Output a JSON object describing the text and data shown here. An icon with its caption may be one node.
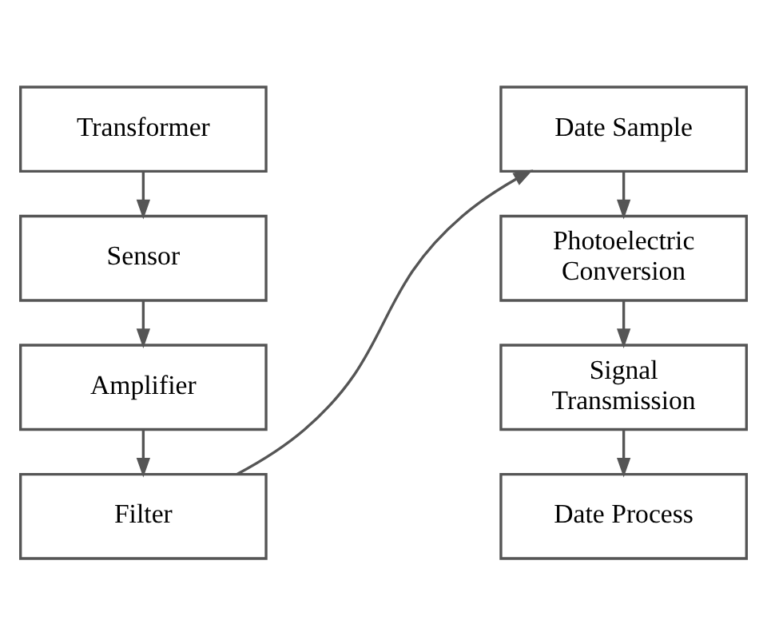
{
  "diagram": {
    "nodes": [
      {
        "text": [
          "Transformer"
        ]
      },
      {
        "text": [
          "Sensor"
        ]
      },
      {
        "text": [
          "Amplifier"
        ]
      },
      {
        "text": [
          "Filter"
        ]
      },
      {
        "text": [
          "Date Sample"
        ]
      },
      {
        "text": [
          "Photoelectric Conversion"
        ]
      },
      {
        "text": [
          "Signal Transmission"
        ]
      },
      {
        "text": [
          "Date Process"
        ]
      }
    ],
    "edges": [
      {
        "from": 0,
        "to": 1,
        "arrow": "to"
      },
      {
        "from": 1,
        "to": 2,
        "arrow": "to"
      },
      {
        "from": 2,
        "to": 3,
        "arrow": "to"
      },
      {
        "from": 3,
        "to": 4,
        "arrow": "to"
      },
      {
        "from": 4,
        "to": 5,
        "arrow": "to"
      },
      {
        "from": 5,
        "to": 6,
        "arrow": "to"
      },
      {
        "from": 6,
        "to": 7,
        "arrow": "to"
      }
    ]
  }
}
